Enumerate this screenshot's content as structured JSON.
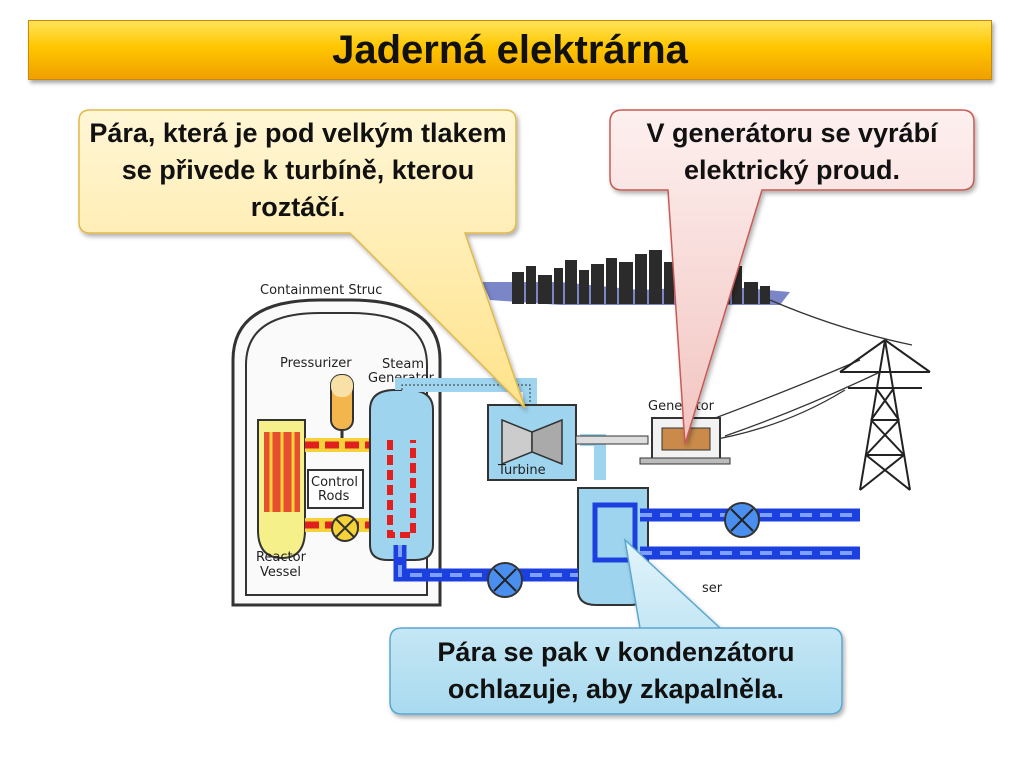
{
  "title": "Jaderná elektrárna",
  "callouts": {
    "steam": "Pára, která je pod velkým tlakem se přivede k turbíně, kterou roztáčí.",
    "generator": "V generátoru se vyrábí elektrický proud.",
    "condenser": "Pára se pak v kondenzátoru ochlazuje, aby zkapalněla."
  },
  "labels": {
    "containment": "Containment Struc",
    "pressurizer": "Pressurizer",
    "steam_generator_1": "Steam",
    "steam_generator_2": "Generator",
    "control_rods_1": "Control",
    "control_rods_2": "Rods",
    "reactor_vessel_1": "Reactor",
    "reactor_vessel_2": "Vessel",
    "turbine": "Turbine",
    "generator": "Generator",
    "condenser": "ser"
  },
  "colors": {
    "title_gold": "#ffc600",
    "callout_yellow": "#fff1b8",
    "callout_pink": "#f8dcda",
    "callout_blue": "#bde3f3",
    "hot_loop": "#e21f1f",
    "cold_loop": "#1c3fe0",
    "steam_blue": "#9fd4ef"
  }
}
